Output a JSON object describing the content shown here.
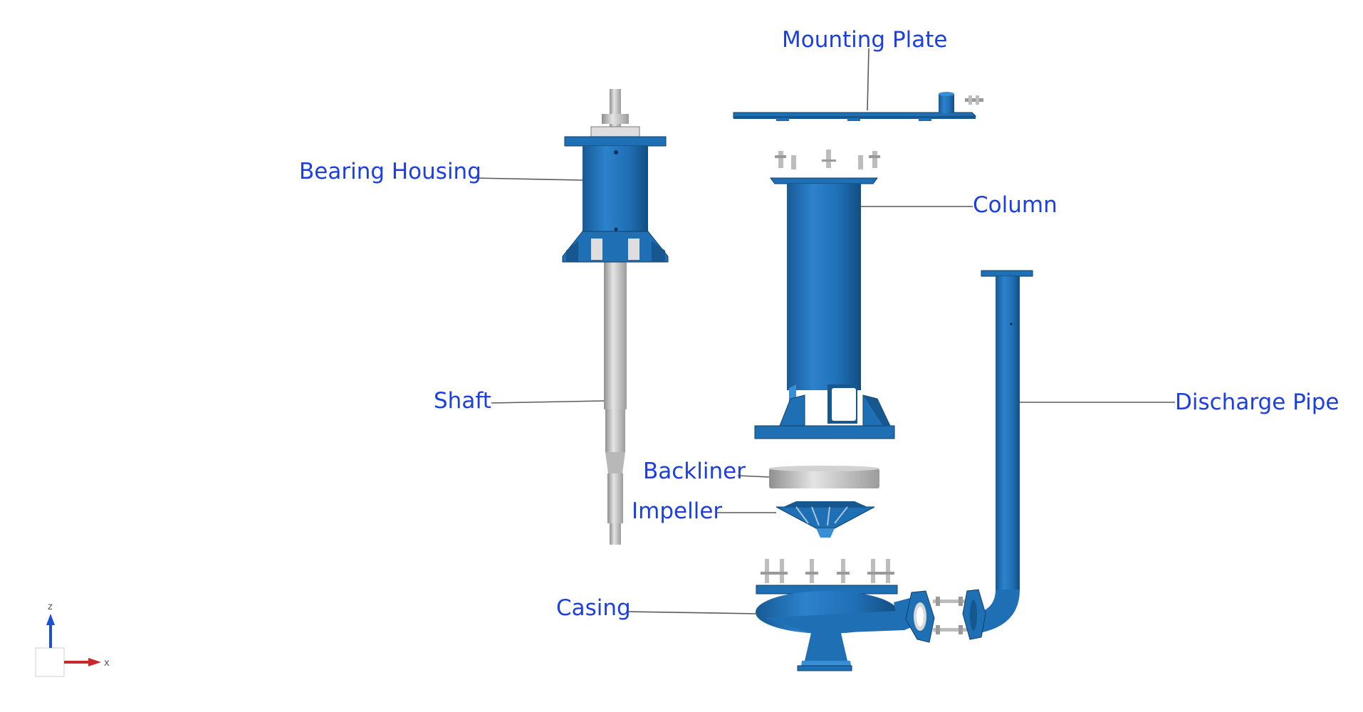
{
  "labels": {
    "mounting_plate": "Mounting Plate",
    "bearing_housing": "Bearing Housing",
    "column": "Column",
    "shaft": "Shaft",
    "discharge_pipe": "Discharge Pipe",
    "backliner": "Backliner",
    "impeller": "Impeller",
    "casing": "Casing"
  },
  "axes": {
    "z": "z",
    "x": "x"
  },
  "colors": {
    "label_text": "#1b3fe0",
    "part_blue": "#1f6fb5",
    "part_grey": "#bdbdbd",
    "axis_z": "#1a4fd6",
    "axis_x": "#c8282a"
  }
}
